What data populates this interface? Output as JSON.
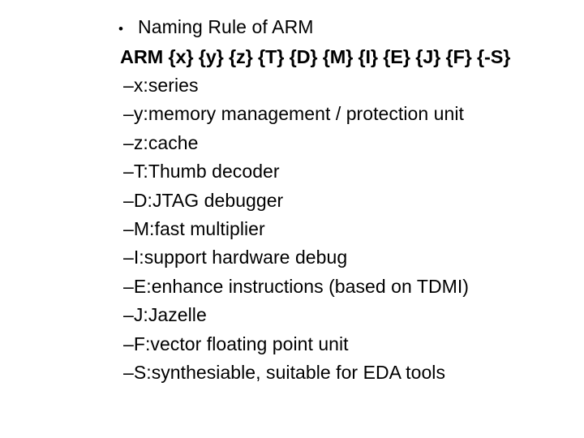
{
  "slide": {
    "background_color": "#FFFFFF",
    "text_color": "#000000",
    "heading": {
      "bullet_glyph": "•",
      "text": "Naming Rule of ARM"
    },
    "formula": {
      "text": "ARM {x} {y} {z} {T} {D} {M} {I} {E} {J} {F} {-S}"
    },
    "dash_glyph": "–",
    "definitions": [
      {
        "key": "x:",
        "text": "series"
      },
      {
        "key": "y:",
        "text": "memory management / protection unit"
      },
      {
        "key": "z:",
        "text": "cache"
      },
      {
        "key": "T:",
        "text": "Thumb decoder"
      },
      {
        "key": "D:",
        "text": "JTAG debugger"
      },
      {
        "key": "M:",
        "text": "fast multiplier"
      },
      {
        "key": "I:",
        "text": "support hardware debug"
      },
      {
        "key": "E:",
        "text": "enhance instructions (based on TDMI)"
      },
      {
        "key": "J:",
        "text": "Jazelle"
      },
      {
        "key": "F:",
        "text": "vector floating point unit"
      },
      {
        "key": "S:",
        "text": "synthesiable, suitable for EDA tools"
      }
    ]
  }
}
